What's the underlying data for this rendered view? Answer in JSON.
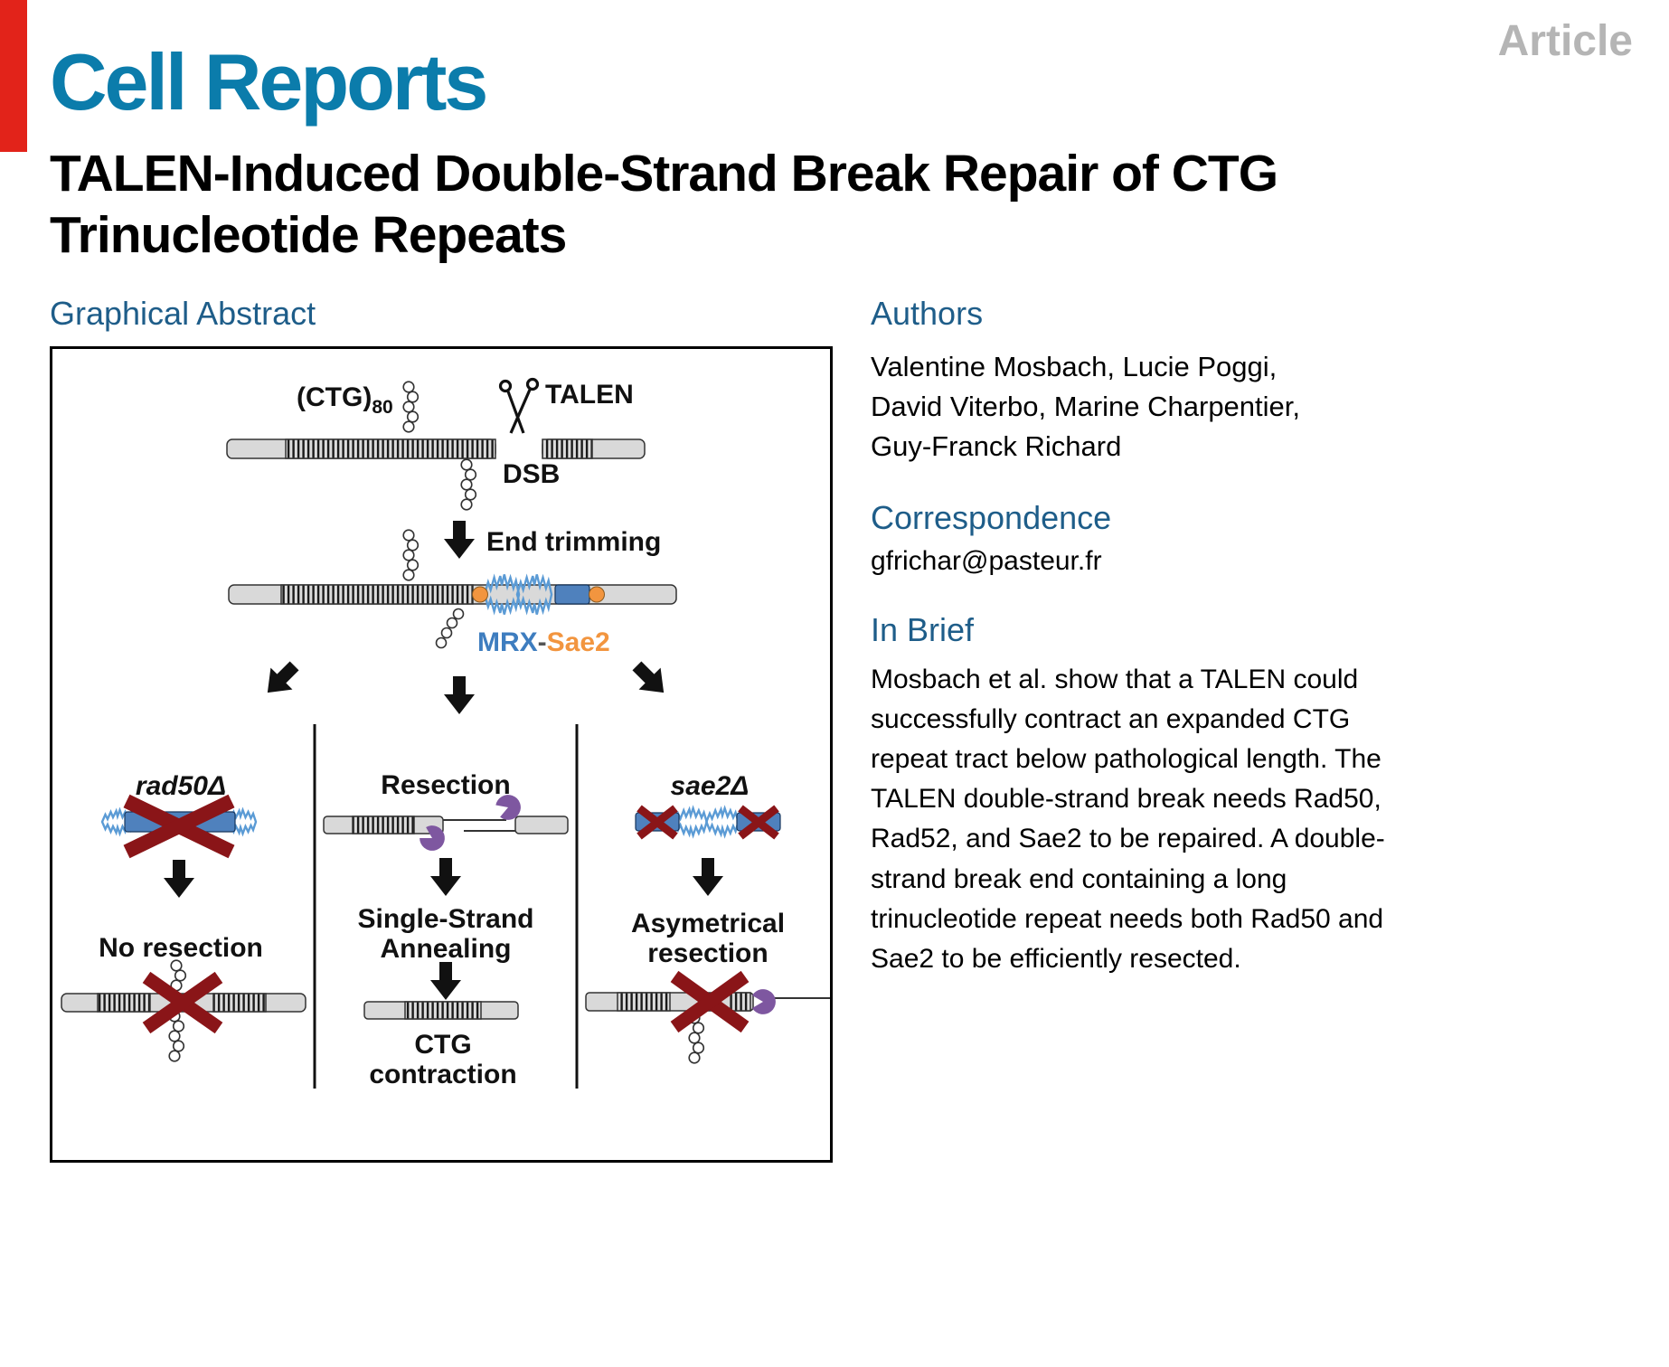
{
  "page": {
    "article_label": "Article",
    "journal_name": "Cell Reports",
    "title_lines": [
      "TALEN-Induced Double-Strand Break Repair of CTG",
      "Trinucleotide Repeats"
    ]
  },
  "graphical_abstract": {
    "heading": "Graphical Abstract",
    "diagram": {
      "ctg_label": "(CTG)",
      "ctg_subscript": "80",
      "talen_label": "TALEN",
      "dsb_label": "DSB",
      "end_trimming_label": "End trimming",
      "mrx_label": "MRX",
      "hyphen": "-",
      "sae2_label": "Sae2",
      "rad50_delta_label": "rad50Δ",
      "no_resection_label": "No resection",
      "resection_label": "Resection",
      "single_strand_line1": "Single-Strand",
      "single_strand_line2": "Annealing",
      "ctg_contraction_line1": "CTG",
      "ctg_contraction_line2": "contraction",
      "sae2_delta_label": "sae2Δ",
      "asymmetrical_line1": "Asymetrical",
      "asymmetrical_line2": "resection"
    }
  },
  "sidebar": {
    "authors_heading": "Authors",
    "authors": [
      "Valentine Mosbach, Lucie Poggi,",
      "David Viterbo, Marine Charpentier,",
      "Guy-Franck Richard"
    ],
    "correspondence_heading": "Correspondence",
    "correspondence_value": "gfrichar@pasteur.fr",
    "in_brief_heading": "In Brief",
    "in_brief_text": "Mosbach et al. show that a TALEN could successfully contract an expanded CTG repeat tract below pathological length. The TALEN double-strand break needs Rad50, Rad52, and Sae2 to be repaired. A double-strand break end containing a long trinucleotide repeat needs both Rad50 and Sae2 to be efficiently resected."
  },
  "colors": {
    "journal_blue": "#0b7cab",
    "heading_blue": "#1e5d89",
    "article_gray": "#b5b5b5",
    "brand_red": "#e2231a",
    "dark_red_x": "#8a1518",
    "steel_blue": "#4f81bd",
    "light_blue": "#5b9bd5",
    "orange": "#f2953f",
    "purple": "#7e57a0"
  }
}
